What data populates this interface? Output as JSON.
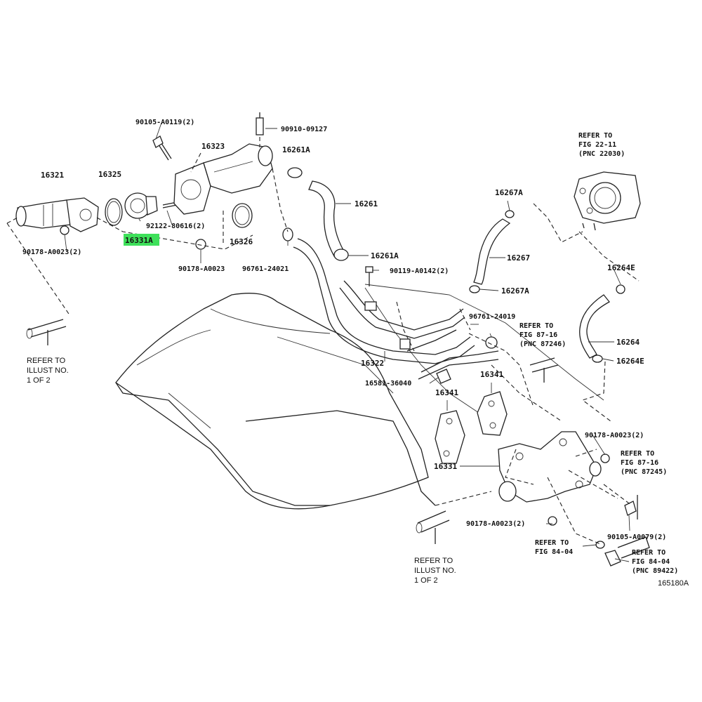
{
  "diagram_id": "165180A",
  "highlight_color": "#3ee05a",
  "parts": {
    "p16321": "16321",
    "p16325": "16325",
    "p16323": "16323",
    "p16331A": "16331A",
    "p16326": "16326",
    "p16261A_top": "16261A",
    "p16261": "16261",
    "p16261A_mid": "16261A",
    "p16267A_top": "16267A",
    "p16267": "16267",
    "p16267A_mid": "16267A",
    "p16264E_top": "16264E",
    "p16264": "16264",
    "p16264E_bot": "16264E",
    "p16322": "16322",
    "p16341a": "16341",
    "p16341b": "16341",
    "p16331": "16331"
  },
  "part_numbers": {
    "n90105_A0119": "90105-A0119(2)",
    "n90910_09127": "90910-09127",
    "n92122_80616": "92122-80616(2)",
    "n90178_A0023_2a": "90178-A0023(2)",
    "n90178_A0023": "90178-A0023",
    "n96761_24021": "96761-24021",
    "n90119_A0142": "90119-A0142(2)",
    "n96761_24019": "96761-24019",
    "n16581_36040": "16581-36040",
    "n90178_A0023_2b": "90178-A0023(2)",
    "n90178_A0023_2c": "90178-A0023(2)",
    "n90105_A0079": "90105-A0079(2)"
  },
  "references": {
    "fig22_l1": "REFER TO",
    "fig22_l2": "FIG 22-11",
    "fig22_l3": "(PNC 22030)",
    "fig87_246_l1": "REFER TO",
    "fig87_246_l2": "FIG 87-16",
    "fig87_246_l3": "(PNC 87246)",
    "fig87_245_l1": "REFER TO",
    "fig87_245_l2": "FIG 87-16",
    "fig87_245_l3": "(PNC 87245)",
    "fig84a_l1": "REFER TO",
    "fig84a_l2": "FIG 84-04",
    "fig84b_l1": "REFER TO",
    "fig84b_l2": "FIG 84-04",
    "fig84b_l3": "(PNC 89422)",
    "illust_left_l1": "REFER TO",
    "illust_left_l2": "ILLUST NO.",
    "illust_left_l3": "1 OF 2",
    "illust_bot_l1": "REFER TO",
    "illust_bot_l2": "ILLUST NO.",
    "illust_bot_l3": "1 OF 2"
  }
}
